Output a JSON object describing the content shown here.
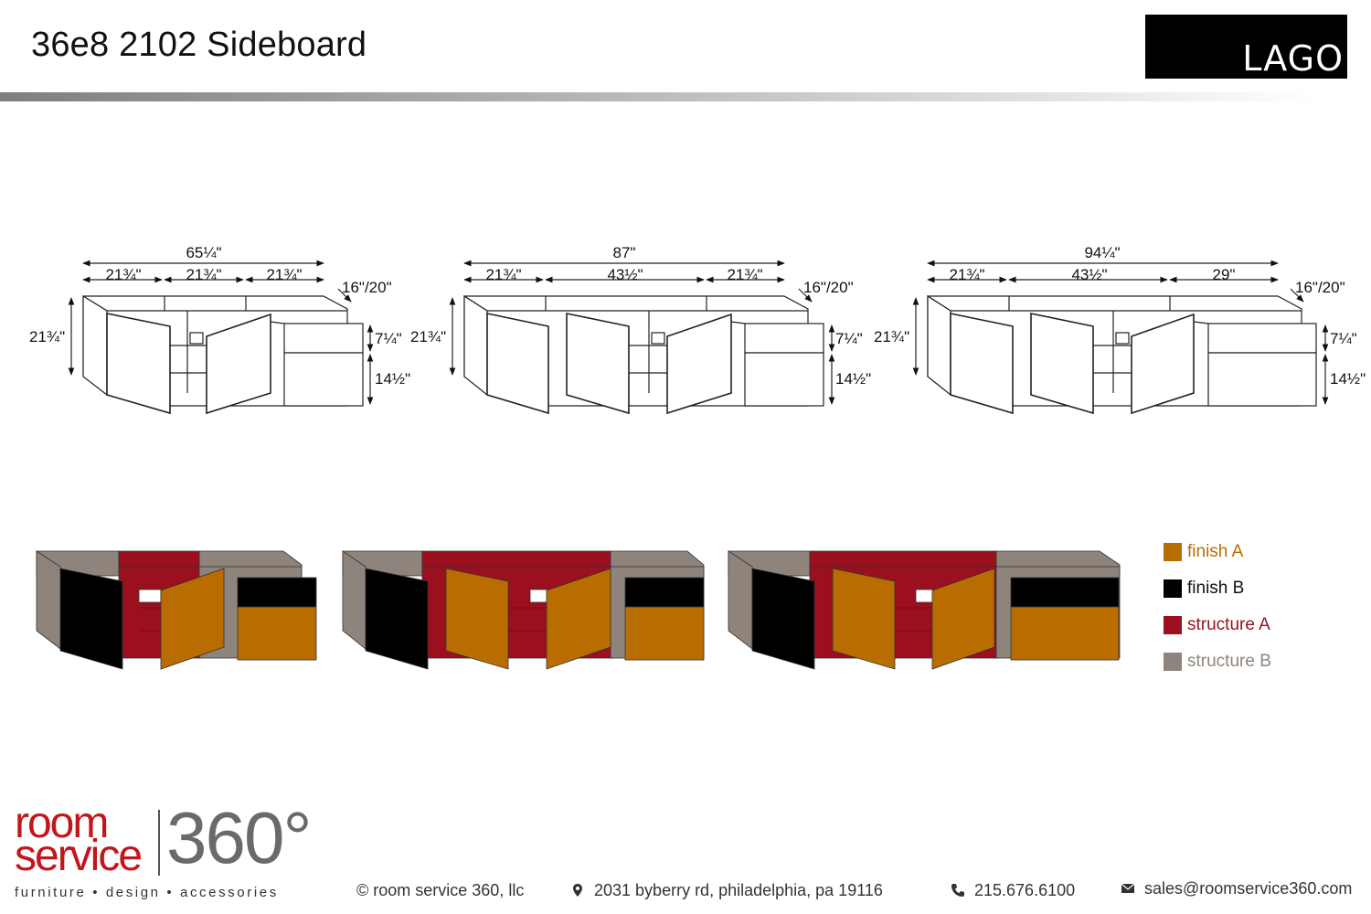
{
  "header": {
    "title": "36e8 2102 Sideboard",
    "brand_logo": "LAGO"
  },
  "drawings": [
    {
      "total_width": "65¼\"",
      "segments": [
        "21¾\"",
        "21¾\"",
        "21¾\""
      ],
      "depth": "16\"/20\"",
      "height": "21¾\"",
      "drawer_top": "7¼\"",
      "drawer_bottom": "14½\""
    },
    {
      "total_width": "87\"",
      "segments": [
        "21¾\"",
        "43½\"",
        "21¾\""
      ],
      "depth": "16\"/20\"",
      "height": "21¾\"",
      "drawer_top": "7¼\"",
      "drawer_bottom": "14½\""
    },
    {
      "total_width": "94¼\"",
      "segments": [
        "21¾\"",
        "43½\"",
        "29\""
      ],
      "depth": "16\"/20\"",
      "height": "21¾\"",
      "drawer_top": "7¼\"",
      "drawer_bottom": "14½\""
    }
  ],
  "legend": [
    {
      "label": "finish A",
      "color": "#b96d00",
      "text_color": "#b96d00"
    },
    {
      "label": "finish B",
      "color": "#000000",
      "text_color": "#111111"
    },
    {
      "label": "structure A",
      "color": "#9b0f1e",
      "text_color": "#9b0f1e"
    },
    {
      "label": "structure B",
      "color": "#8f847c",
      "text_color": "#8f847c"
    }
  ],
  "colors": {
    "finish_a": "#b96d00",
    "finish_b": "#000000",
    "structure_a": "#9b0f1e",
    "structure_b": "#8f847c"
  },
  "footer": {
    "brand_room": "room",
    "brand_service": "service",
    "brand_number": "360°",
    "brand_tagline": "furniture  •  design  •  accessories",
    "copyright": "© room service 360, llc",
    "address": "2031 byberry rd, philadelphia, pa 19116",
    "phone": "215.676.6100",
    "email": "sales@roomservice360.com",
    "address_icon": "map-pin-icon",
    "phone_icon": "phone-icon",
    "email_icon": "envelope-icon"
  }
}
